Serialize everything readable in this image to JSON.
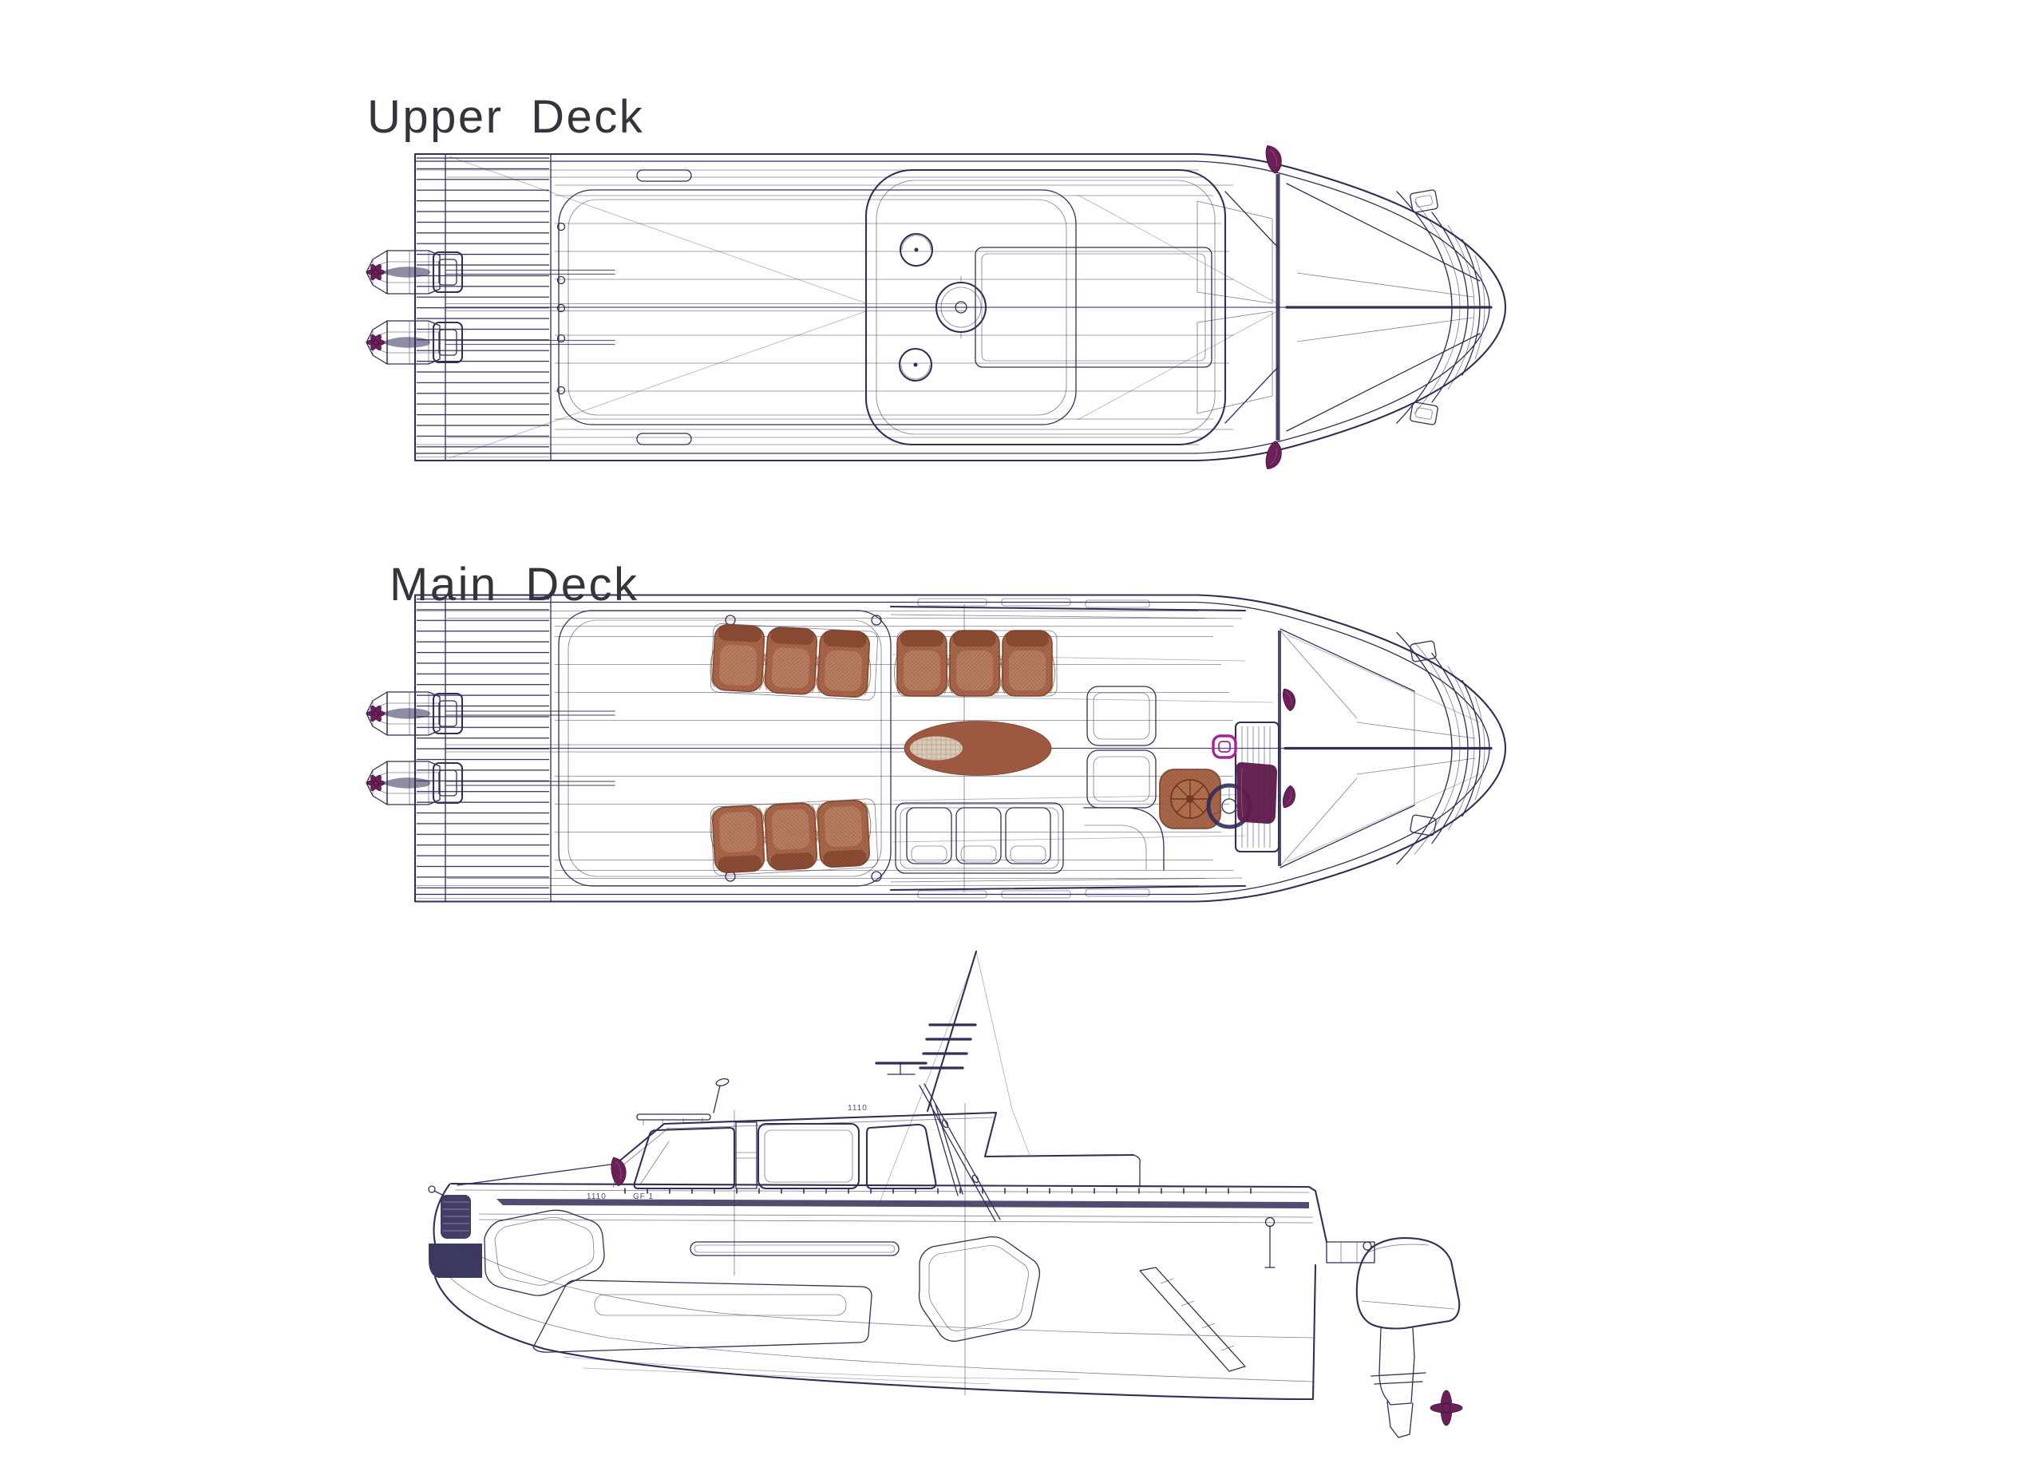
{
  "labels": {
    "upper_deck": "Upper Deck",
    "main_deck": "Main Deck"
  },
  "annotations": {
    "hull_marking": "1110",
    "hull_marking_2": "GF 1",
    "roof_marking": "1110"
  },
  "colors": {
    "bg": "#ffffff",
    "line": "#322e58",
    "text": "#35343c",
    "seat": "#a65f41",
    "seatDark": "#7e4229",
    "seatLight": "#c89776",
    "table": "#9c5840",
    "tableMat": "#d9c9b8",
    "maroon": "#5e1c4c",
    "magenta": "#a82398",
    "flag": "#6b2058"
  }
}
